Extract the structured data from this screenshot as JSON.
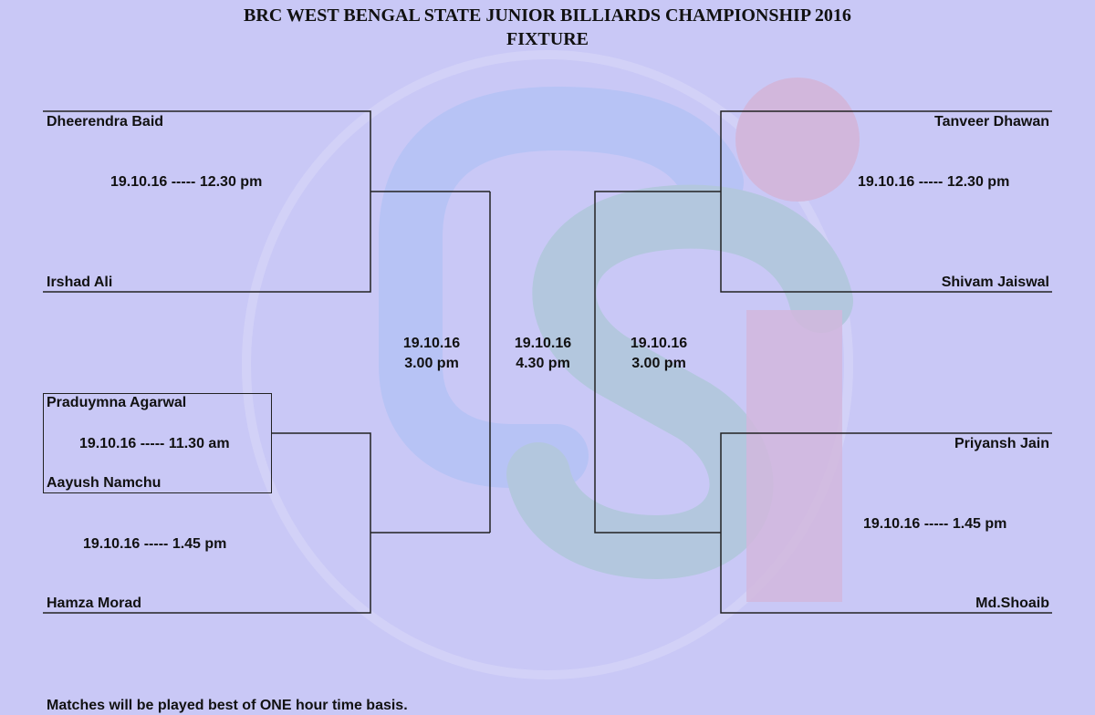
{
  "header": {
    "title": "BRC WEST BENGAL STATE JUNIOR BILLIARDS CHAMPIONSHIP 2016",
    "subtitle": "FIXTURE"
  },
  "left": {
    "p1": "Dheerendra Baid",
    "p2": "Irshad Ali",
    "m1_time": "19.10.16 ----- 12.30 pm",
    "p3": "Praduymna Agarwal",
    "p4": "Aayush Namchu",
    "m0_time": "19.10.16 ----- 11.30 am",
    "m2_time": "19.10.16 ----- 1.45 pm",
    "p5": "Hamza Morad",
    "semi_date": "19.10.16",
    "semi_time": "3.00 pm"
  },
  "final": {
    "date": "19.10.16",
    "time": "4.30 pm"
  },
  "right": {
    "p1": "Tanveer Dhawan",
    "p2": "Shivam Jaiswal",
    "m1_time": "19.10.16 ----- 12.30 pm",
    "p3": "Priyansh Jain",
    "p4": "Md.Shoaib",
    "m2_time": "19.10.16 ----- 1.45 pm",
    "semi_date": "19.10.16",
    "semi_time": "3.00 pm"
  },
  "footer": {
    "note": "Matches will be played best of ONE hour time basis."
  }
}
